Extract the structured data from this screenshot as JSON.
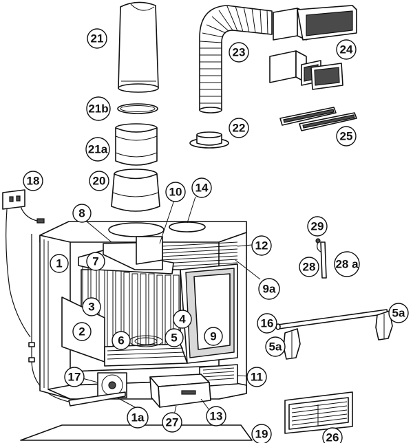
{
  "callouts": [
    {
      "id": "c21",
      "label": "21"
    },
    {
      "id": "c23",
      "label": "23"
    },
    {
      "id": "c24",
      "label": "24"
    },
    {
      "id": "c21b",
      "label": "21b"
    },
    {
      "id": "c22",
      "label": "22"
    },
    {
      "id": "c21a",
      "label": "21a"
    },
    {
      "id": "c25",
      "label": "25"
    },
    {
      "id": "c18",
      "label": "18"
    },
    {
      "id": "c20",
      "label": "20"
    },
    {
      "id": "c10",
      "label": "10"
    },
    {
      "id": "c14",
      "label": "14"
    },
    {
      "id": "c8",
      "label": "8"
    },
    {
      "id": "c29",
      "label": "29"
    },
    {
      "id": "c12",
      "label": "12"
    },
    {
      "id": "c1",
      "label": "1"
    },
    {
      "id": "c7",
      "label": "7"
    },
    {
      "id": "c28",
      "label": "28"
    },
    {
      "id": "c28a",
      "label": "28 a"
    },
    {
      "id": "c9a",
      "label": "9a"
    },
    {
      "id": "c3",
      "label": "3"
    },
    {
      "id": "c16",
      "label": "16"
    },
    {
      "id": "c5a_r",
      "label": "5a"
    },
    {
      "id": "c4",
      "label": "4"
    },
    {
      "id": "c2",
      "label": "2"
    },
    {
      "id": "c9",
      "label": "9"
    },
    {
      "id": "c5",
      "label": "5"
    },
    {
      "id": "c6",
      "label": "6"
    },
    {
      "id": "c5a_l",
      "label": "5a"
    },
    {
      "id": "c17",
      "label": "17"
    },
    {
      "id": "c11",
      "label": "11"
    },
    {
      "id": "c1a",
      "label": "1a"
    },
    {
      "id": "c27",
      "label": "27"
    },
    {
      "id": "c13",
      "label": "13"
    },
    {
      "id": "c19",
      "label": "19"
    },
    {
      "id": "c26",
      "label": "26"
    }
  ]
}
